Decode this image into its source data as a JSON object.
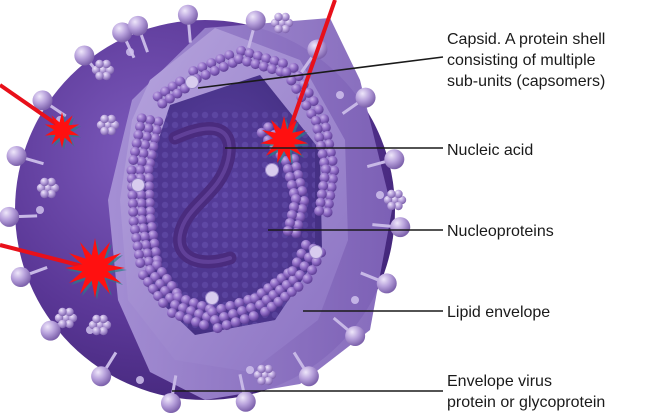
{
  "labels": {
    "capsid": "Capsid. A protein shell\nconsisting of multiple\nsub-units (capsomers)",
    "nucleic_acid": "Nucleic acid",
    "nucleoproteins": "Nucleoproteins",
    "lipid_envelope": "Lipid envelope",
    "glycoprotein": "Envelope virus\nprotein or glycoprotein"
  },
  "colors": {
    "envelope_dark": "#4a2a86",
    "envelope_mid": "#6b49a8",
    "envelope_light": "#a58fd0",
    "capsomer": "#8f6cc4",
    "nucleic_acid": "#4d2e80",
    "spike": "#c9b8e6",
    "laser": "#e8101a",
    "burst": "#ff1010",
    "leader_line": "#1a1a1a"
  },
  "icons": [
    "virus-particle-illustration",
    "laser-impact-burst-icon"
  ]
}
